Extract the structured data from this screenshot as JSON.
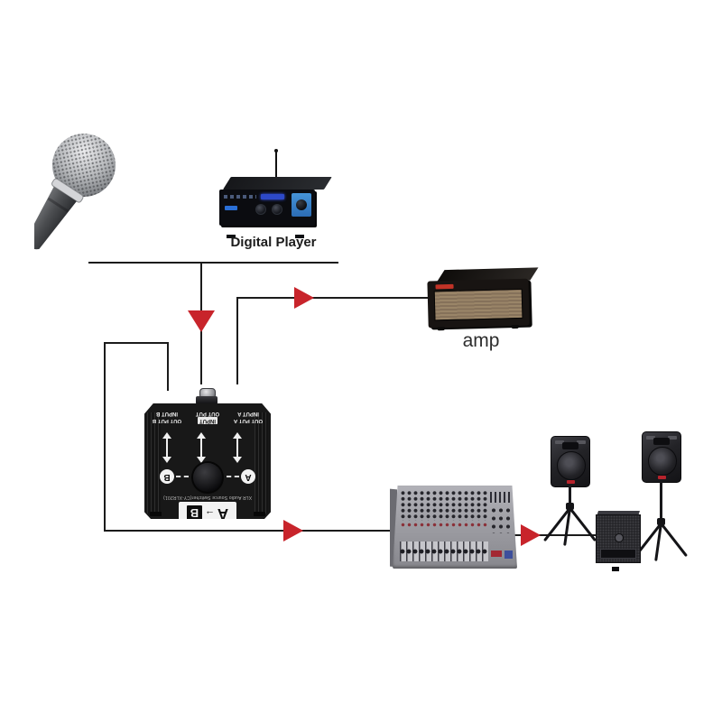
{
  "background": "#ffffff",
  "colors": {
    "arrow_red": "#c8242b",
    "wire_black": "#1b1b1b"
  },
  "labels": {
    "digital_player": "Digital Player",
    "amp": "amp"
  },
  "ab_switch": {
    "jack_columns": {
      "col_b": [
        "OUT PUT B",
        "INPUT B"
      ],
      "col_mid": [
        "INPUT",
        "OUT PUT"
      ],
      "col_a": [
        "OUT PUT A",
        "INPUT A"
      ]
    },
    "selector": {
      "left_circle": "B",
      "right_circle": "A"
    },
    "logo": {
      "a": "A",
      "arrow": "→",
      "b": "B"
    },
    "model_line": "XLR Audio Source Switcher(CY-XLR201)"
  }
}
